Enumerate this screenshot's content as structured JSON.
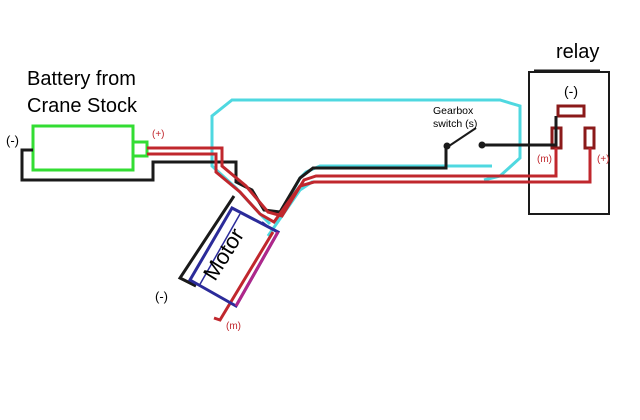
{
  "labels": {
    "battery_line1": "Battery from",
    "battery_line2": "Crane Stock",
    "battery_neg": "(-)",
    "battery_pos": "(+)",
    "gearbox_line1": "Gearbox",
    "gearbox_line2": "switch (s)",
    "relay_title": "relay",
    "relay_neg": "(-)",
    "relay_m": "(m)",
    "relay_pos": "(+)",
    "motor": "Motor",
    "motor_neg": "(-)",
    "motor_m": "(m)"
  },
  "colors": {
    "black": "#1a1a1a",
    "red": "#c0272d",
    "cyan": "#4fd8e0",
    "green": "#33dd33",
    "blue": "#2b2b9a",
    "purple": "#b0278a",
    "relay_fill": "#8b1a1a",
    "label_red": "#c0272d"
  },
  "icons": [
    "battery-icon",
    "motor-icon",
    "relay-box",
    "gearbox-switch-icon"
  ]
}
